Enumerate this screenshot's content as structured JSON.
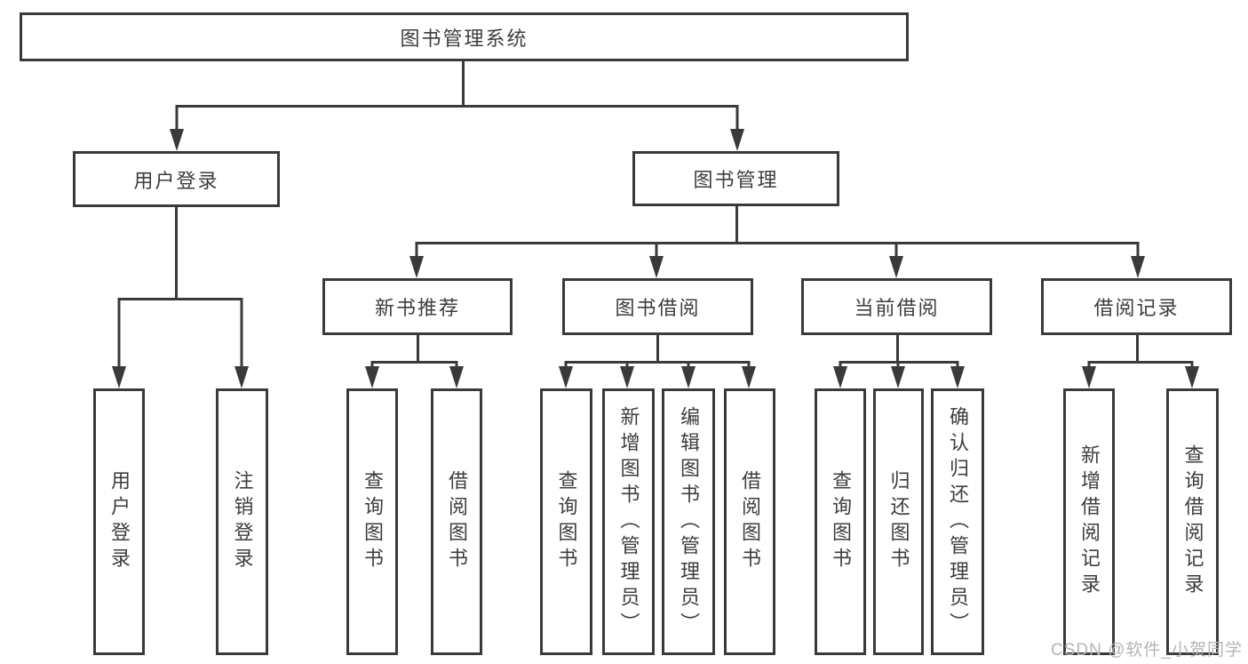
{
  "diagram": {
    "root": {
      "label": "图书管理系统"
    },
    "level2": [
      {
        "label": "用户登录"
      },
      {
        "label": "图书管理"
      }
    ],
    "level3": [
      {
        "label": "新书推荐"
      },
      {
        "label": "图书借阅"
      },
      {
        "label": "当前借阅"
      },
      {
        "label": "借阅记录"
      }
    ],
    "leaves": [
      {
        "label": "用户登录",
        "parent": "用户登录"
      },
      {
        "label": "注销登录",
        "parent": "用户登录"
      },
      {
        "label": "查询图书",
        "parent": "新书推荐"
      },
      {
        "label": "借阅图书",
        "parent": "新书推荐"
      },
      {
        "label": "查询图书",
        "parent": "图书借阅"
      },
      {
        "label": "新增图书（管理员）",
        "parent": "图书借阅"
      },
      {
        "label": "编辑图书（管理员）",
        "parent": "图书借阅"
      },
      {
        "label": "借阅图书",
        "parent": "图书借阅"
      },
      {
        "label": "查询图书",
        "parent": "当前借阅"
      },
      {
        "label": "归还图书",
        "parent": "当前借阅"
      },
      {
        "label": "确认归还（管理员）",
        "parent": "当前借阅"
      },
      {
        "label": "新增借阅记录",
        "parent": "借阅记录"
      },
      {
        "label": "查询借阅记录",
        "parent": "借阅记录"
      }
    ],
    "watermark": "CSDN @软件_小贺同学",
    "colors": {
      "line": "#3a3a3a",
      "text": "#3d3d3d",
      "watermark": "#b4b4b4",
      "background": "#ffffff"
    }
  }
}
